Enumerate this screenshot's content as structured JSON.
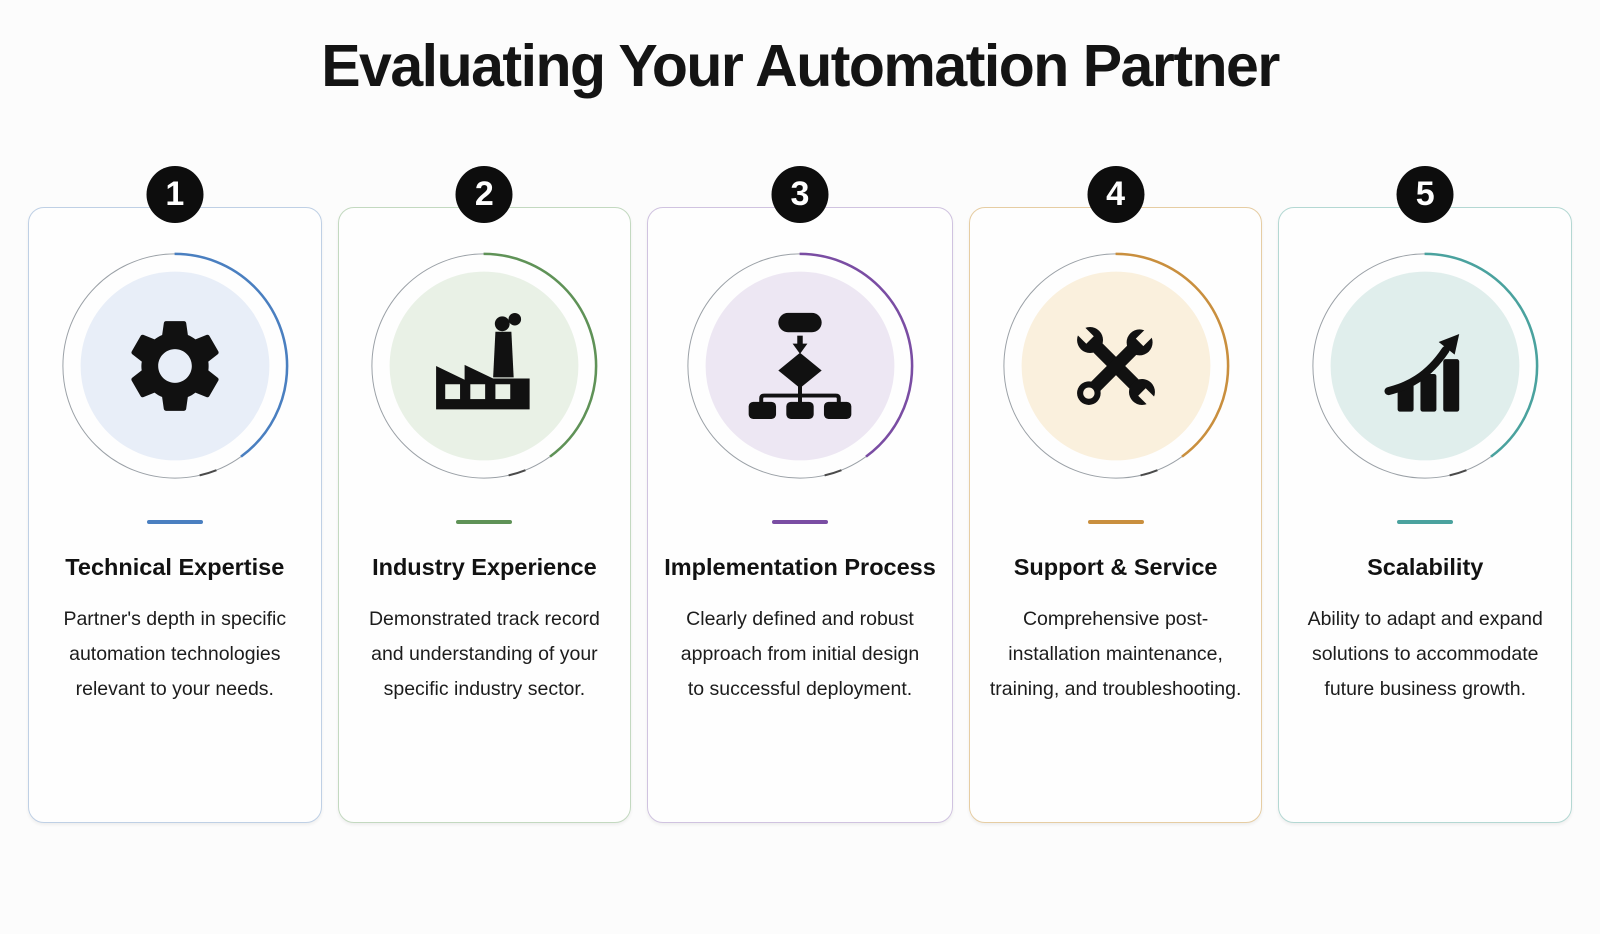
{
  "page": {
    "title": "Evaluating Your Automation Partner",
    "background": "#fcfcfc",
    "text_color": "#141414"
  },
  "cards": [
    {
      "number": "1",
      "title": "Technical Expertise",
      "description": "Partner's depth in specific automation technologies relevant to your needs.",
      "icon": "gear-icon",
      "accent": "#4a7fc0",
      "fill": "#e8eef8",
      "border": "#bfd0e5"
    },
    {
      "number": "2",
      "title": "Industry Experience",
      "description": "Demonstrated track record and understanding of your specific industry sector.",
      "icon": "factory-icon",
      "accent": "#5f9257",
      "fill": "#e9f1e6",
      "border": "#c3d9c0"
    },
    {
      "number": "3",
      "title": "Implementation Process",
      "description": "Clearly defined and robust approach from initial design to successful deployment.",
      "icon": "flowchart-icon",
      "accent": "#7a4da3",
      "fill": "#ede7f3",
      "border": "#d0c3e0"
    },
    {
      "number": "4",
      "title": "Support & Service",
      "description": "Comprehensive post-installation maintenance, training, and troubleshooting.",
      "icon": "wrenches-icon",
      "accent": "#c98f3e",
      "fill": "#faf0dd",
      "border": "#e6cda3"
    },
    {
      "number": "5",
      "title": "Scalability",
      "description": "Ability to adapt and expand solutions to accommodate future business growth.",
      "icon": "growth-icon",
      "accent": "#4aa29e",
      "fill": "#e0eeec",
      "border": "#b4d8d3"
    }
  ]
}
